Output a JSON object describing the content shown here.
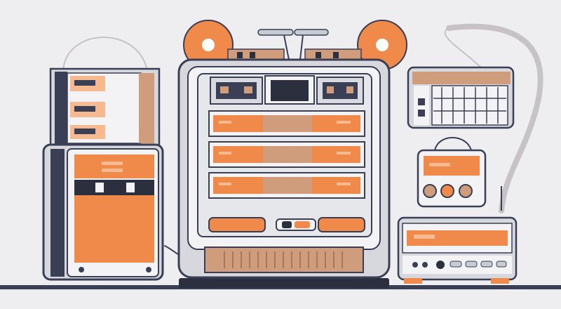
{
  "colors": {
    "background": "#eeeef1",
    "accent_orange": "#f08a4b",
    "accent_orange_dark": "#d9703a",
    "light_orange": "#f7b98f",
    "tan": "#cf9c7c",
    "navy": "#3a3f55",
    "dark": "#2c2f3e",
    "frame_light": "#f3f3f5",
    "frame_mid": "#c9cbd3",
    "cable": "#c7c2c5"
  },
  "icons": {
    "main_unit": "server-rack-illustration",
    "left_unit": "tower-cabinet-illustration",
    "right_unit": "radio-device-illustration",
    "reels": "tape-reel-icon",
    "antenna": "antenna-icon"
  }
}
